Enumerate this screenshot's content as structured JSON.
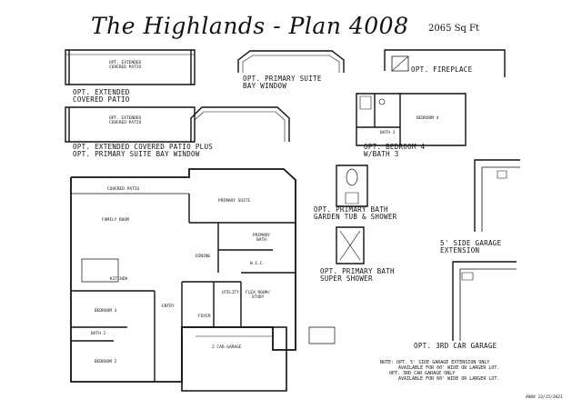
{
  "title": "The Highlands - Plan 4008",
  "square_feet": "2065 Sq Ft",
  "option_labels": {
    "extended_patio": [
      "OPT. EXTENDED",
      "COVERED PATIO"
    ],
    "suite_bay": [
      "OPT. PRIMARY SUITE",
      "BAY WINDOW"
    ],
    "fireplace": "OPT. FIREPLACE",
    "patio_plus_bay": [
      "OPT. EXTENDED COVERED PATIO PLUS",
      "OPT. PRIMARY SUITE BAY WINDOW"
    ],
    "bedroom4": [
      "OPT. BEDROOM 4",
      "W/BATH 3"
    ],
    "garden_tub": [
      "OPT. PRIMARY BATH",
      "GARDEN TUB & SHOWER"
    ],
    "side_garage": [
      "5' SIDE GARAGE",
      "EXTENSION"
    ],
    "super_shower": [
      "OPT. PRIMARY BATH",
      "SUPER SHOWER"
    ],
    "third_car": "OPT. 3RD CAR GARAGE"
  },
  "inset_labels": {
    "extended_patio_1": [
      "OPT. EXTENDED",
      "COVERED PATIO"
    ],
    "extended_patio_2": [
      "OPT. EXTENDED",
      "COVERED PATIO"
    ],
    "bedroom4": "BEDROOM 4",
    "bath3": "BATH 3"
  },
  "rooms": {
    "covered_patio": "COVERED PATIO",
    "primary_suite": "PRIMARY SUITE",
    "family_room": "FAMILY ROOM",
    "kitchen": "KITCHEN",
    "dining": "DINING",
    "primary_bath": [
      "PRIMARY",
      "BATH"
    ],
    "wic": "W.I.C.",
    "entry": "ENTRY",
    "utility": "UTILITY",
    "flex_room": [
      "FLEX ROOM/",
      "STUDY"
    ],
    "foyer": "FOYER",
    "bedroom3": "BEDROOM 3",
    "bath2": "BATH 2",
    "bedroom2": "BEDROOM 2",
    "garage": "2 CAR GARAGE"
  },
  "notes": [
    "NOTE: OPT. 5' SIDE GARAGE EXTENSION ONLY",
    "AVAILABLE FOR 60' WIDE OR LARGER LOT.",
    "OPT. 3RD CAR GARAGE ONLY",
    "AVAILABLE FOR 60' WIDE OR LARGER LOT."
  ],
  "date": "4008 12/15/2021"
}
